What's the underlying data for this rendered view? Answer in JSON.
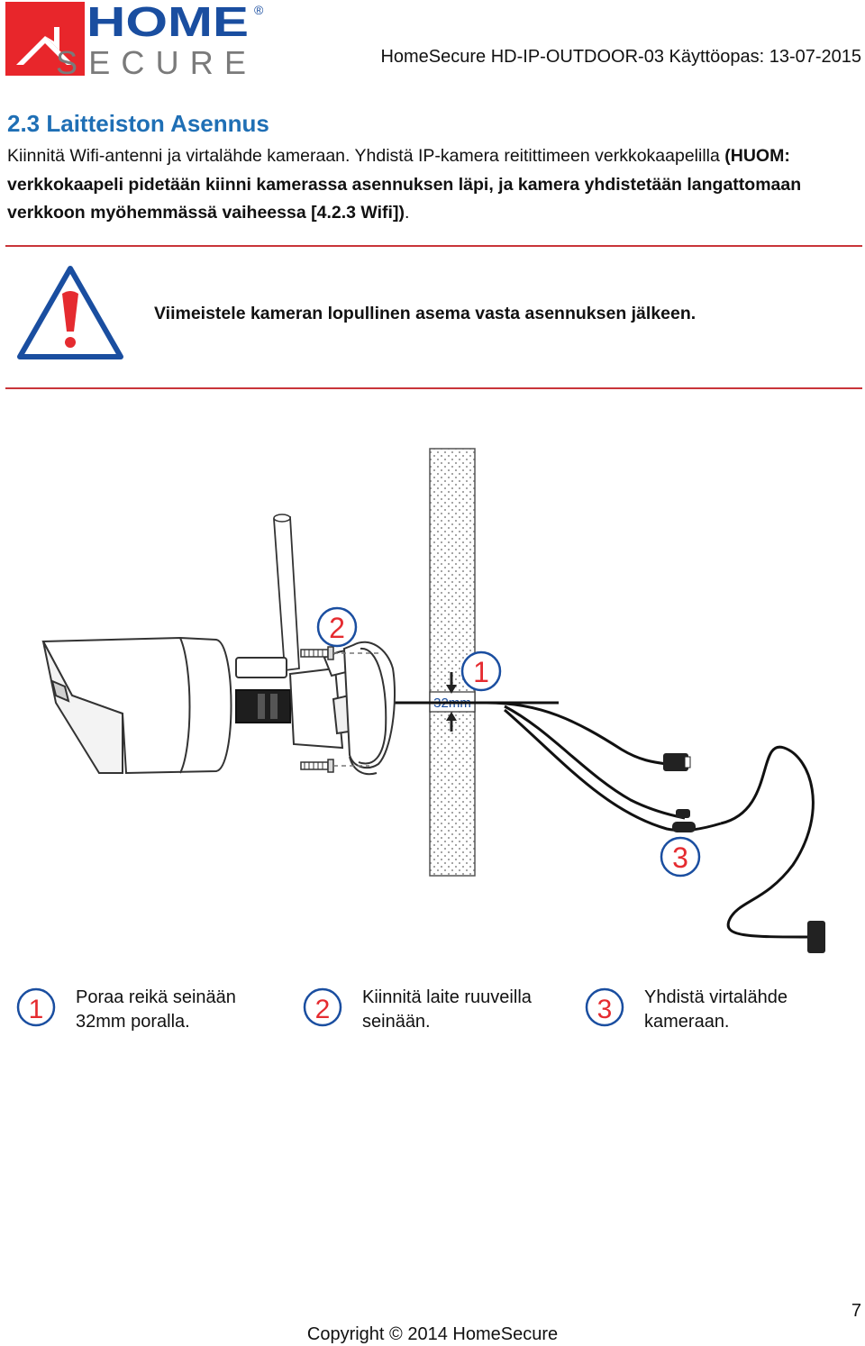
{
  "logo": {
    "line1": "HOME",
    "line2": "SECURE",
    "registered": "®"
  },
  "header": {
    "text": "HomeSecure HD-IP-OUTDOOR-03 Käyttöopas: 13-07-2015"
  },
  "section": {
    "title": "2.3 Laitteiston Asennus"
  },
  "intro": {
    "plain": "Kiinnitä Wifi-antenni ja virtalähde kameraan. Yhdistä IP-kamera reitittimeen verkkokaapelilla ",
    "bold": "(HUOM: verkkokaapeli pidetään kiinni kamerassa asennuksen läpi, ja kamera yhdistetään langattomaan verkkoon myöhemmässä vaiheessa [4.2.3 Wifi])",
    "end": "."
  },
  "notice": {
    "text": "Viimeistele kameran lopullinen asema vasta asennuksen jälkeen."
  },
  "diagram": {
    "drill_label": "32mm",
    "markers": [
      "1",
      "2",
      "3"
    ]
  },
  "steps": [
    {
      "number": "1",
      "line1": "Poraa reikä seinään",
      "line2": "32mm poralla."
    },
    {
      "number": "2",
      "line1": "Kiinnitä laite ruuveilla",
      "line2": "seinään."
    },
    {
      "number": "3",
      "line1": "Yhdistä virtalähde",
      "line2": "kameraan."
    }
  ],
  "footer": {
    "page": "7",
    "copyright": "Copyright © 2014 HomeSecure"
  },
  "colors": {
    "brand_red": "#e8262b",
    "brand_blue": "#1a4ea0",
    "rule": "#c9353a",
    "title_blue": "#1f6fb5",
    "warning_red": "#e52b30",
    "warning_blue": "#1a4ea0"
  }
}
